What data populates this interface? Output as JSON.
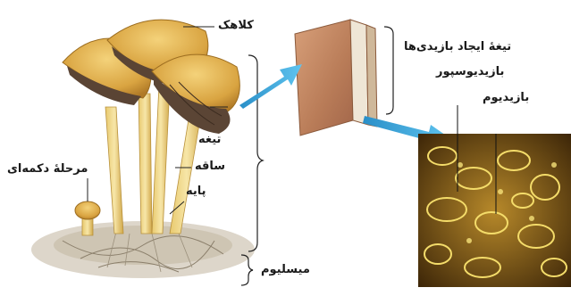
{
  "labels": {
    "cap": "کلاهک",
    "gill": "تیغه",
    "stalk": "ساقه",
    "base": "پایه",
    "button_stage": "مرحلهٔ دکمه‌ای",
    "mycelium": "میسلیوم",
    "gill_producing": "تیغهٔ ایجاد بازیدی‌ها",
    "basidiospore": "بازیدیوسپور",
    "basidium": "بازیدیوم"
  }
}
